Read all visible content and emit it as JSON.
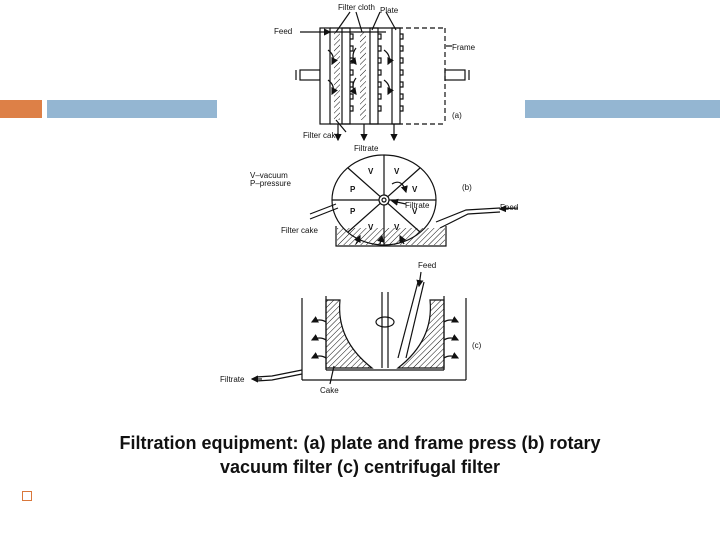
{
  "colors": {
    "accent_orange": "#dd8047",
    "accent_blue": "#94b6d2",
    "ink": "#111111"
  },
  "figure_a": {
    "filter_cloth": "Filter cloth",
    "plate": "Plate",
    "feed": "Feed",
    "frame": "Frame",
    "tag": "(a)",
    "filter_cake": "Filter cake",
    "filtrate": "Filtrate"
  },
  "figure_b": {
    "legend_v": "V–vacuum",
    "legend_p": "P–pressure",
    "tag": "(b)",
    "filtrate": "Filtrate",
    "feed": "Feed",
    "filter_cake": "Filter cake",
    "sector_v": "V",
    "sector_p": "P"
  },
  "figure_c": {
    "feed": "Feed",
    "tag": "(c)",
    "filtrate": "Filtrate",
    "cake": "Cake"
  },
  "caption": {
    "line1": "Filtration equipment: (a) plate and  frame press (b) rotary",
    "line2": "vacuum filter (c) centrifugal filter"
  },
  "bullet_icon": "hollow-square-bullet-icon"
}
